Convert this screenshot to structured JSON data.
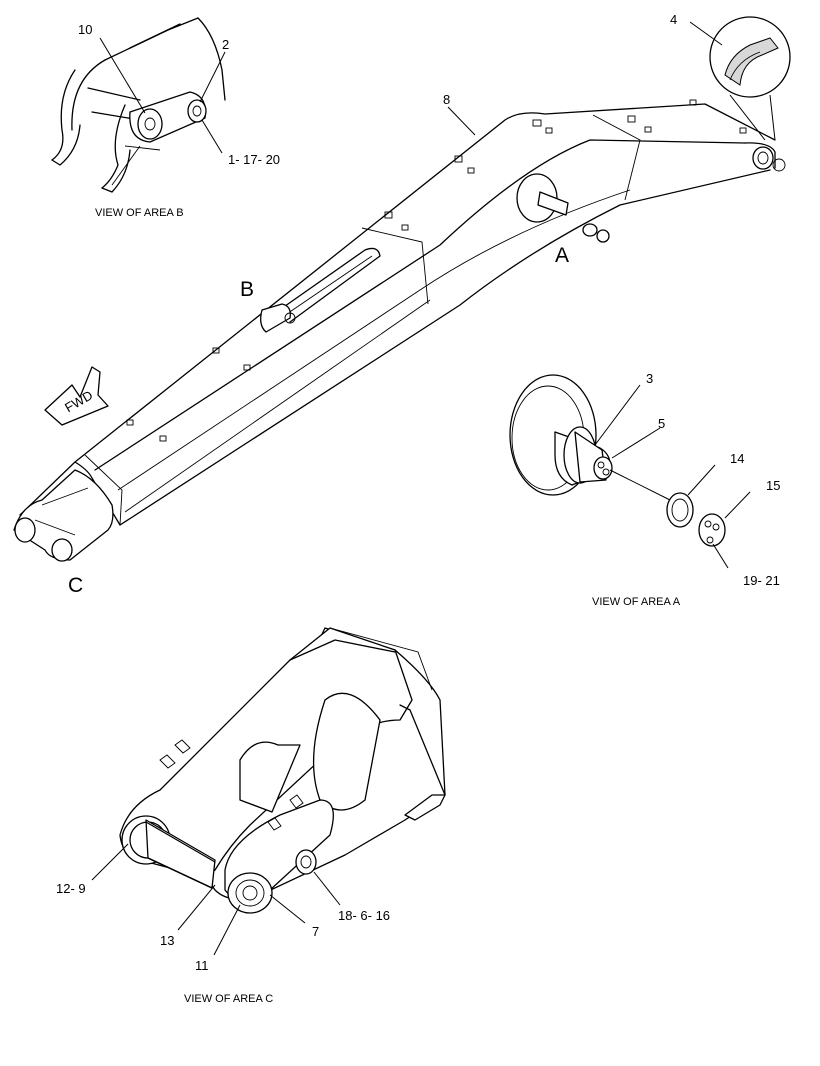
{
  "area_markers": {
    "a": "A",
    "b": "B",
    "c": "C"
  },
  "fwd": "FWD",
  "captions": {
    "area_a": "VIEW OF AREA A",
    "area_b": "VIEW OF AREA B",
    "area_c": "VIEW OF AREA C"
  },
  "callouts": {
    "c1_17_20": "1- 17- 20",
    "c2": "2",
    "c3": "3",
    "c4": "4",
    "c5": "5",
    "c7": "7",
    "c8": "8",
    "c10": "10",
    "c11": "11",
    "c12_9": "12- 9",
    "c13": "13",
    "c14": "14",
    "c15": "15",
    "c18_6_16": "18- 6- 16",
    "c19_21": "19- 21"
  }
}
